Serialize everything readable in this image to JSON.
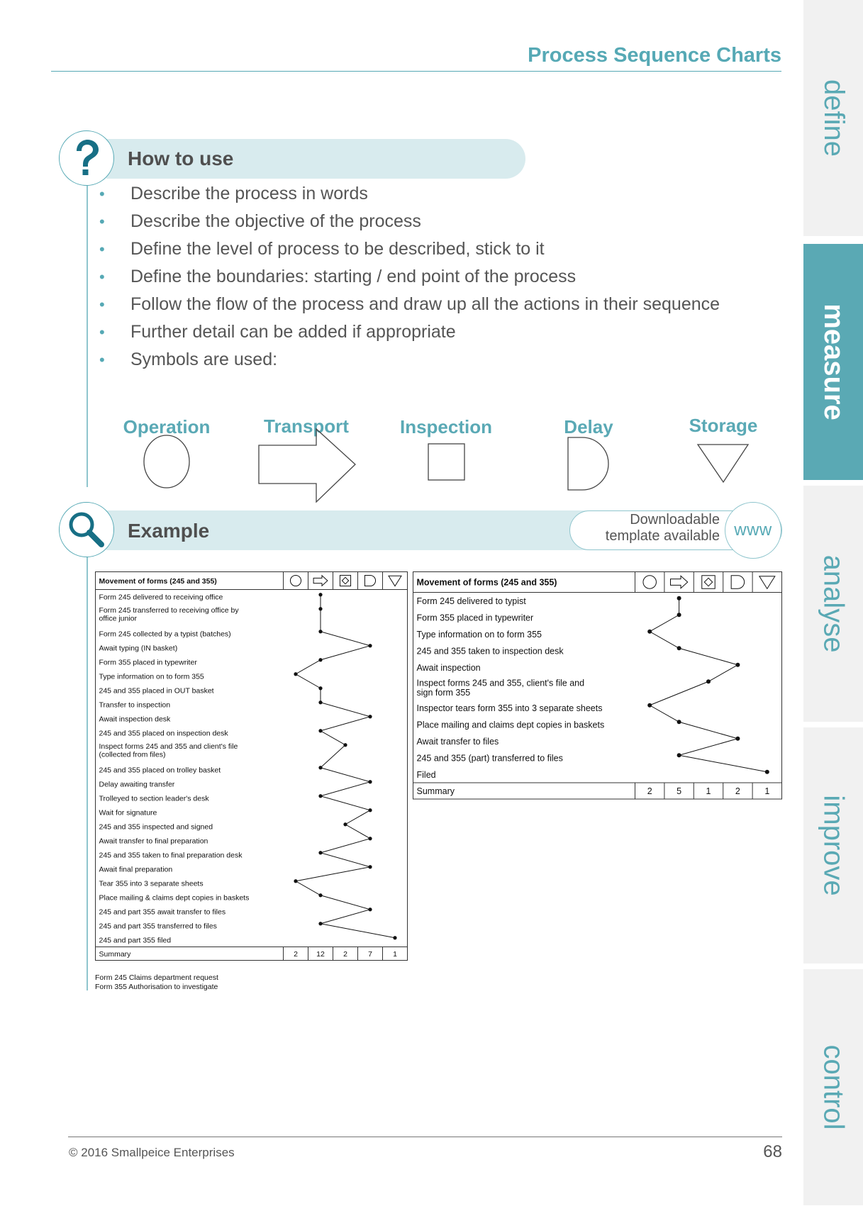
{
  "header": {
    "title": "Process Sequence Charts"
  },
  "tabs": [
    {
      "label": "define",
      "active": false
    },
    {
      "label": "measure",
      "active": true
    },
    {
      "label": "analyse",
      "active": false
    },
    {
      "label": "improve",
      "active": false
    },
    {
      "label": "control",
      "active": false
    }
  ],
  "how_to_use": {
    "title": "How to use",
    "icon": "question-mark-icon",
    "bullets": [
      "Describe the process in words",
      "Describe the objective of the process",
      "Define the level of process to be described, stick to it",
      "Define the boundaries:  starting / end point of the process",
      "Follow the flow of the process and draw up all the actions in their sequence",
      "Further detail can be added if appropriate",
      "Symbols are used:"
    ],
    "symbols": [
      "Operation",
      "Transport",
      "Inspection",
      "Delay",
      "Storage"
    ]
  },
  "example": {
    "title": "Example",
    "icon": "magnifier-icon",
    "download_line1": "Downloadable",
    "download_line2": "template available",
    "www": "www"
  },
  "chart_data": [
    {
      "type": "table",
      "title": "Movement of forms (245 and 355)",
      "columns": [
        "operation",
        "transport",
        "inspection",
        "delay",
        "storage"
      ],
      "rows": [
        {
          "label": "Form 245 delivered to receiving office",
          "symbol": "transport"
        },
        {
          "label": "Form 245 transferred to receiving office by office junior",
          "symbol": "transport"
        },
        {
          "label": "Form 245 collected by a typist (batches)",
          "symbol": "transport"
        },
        {
          "label": "Await typing (IN basket)",
          "symbol": "delay"
        },
        {
          "label": "Form 355 placed in typewriter",
          "symbol": "transport"
        },
        {
          "label": "Type information on to form 355",
          "symbol": "operation"
        },
        {
          "label": "245 and 355 placed in OUT basket",
          "symbol": "transport"
        },
        {
          "label": "Transfer to inspection",
          "symbol": "transport"
        },
        {
          "label": "Await inspection desk",
          "symbol": "delay"
        },
        {
          "label": "245 and 355 placed on inspection desk",
          "symbol": "transport"
        },
        {
          "label": "Inspect forms 245 and 355 and client's file (collected from files)",
          "symbol": "inspection"
        },
        {
          "label": "245 and 355 placed on trolley basket",
          "symbol": "transport"
        },
        {
          "label": "Delay awaiting transfer",
          "symbol": "delay"
        },
        {
          "label": "Trolleyed to section leader's desk",
          "symbol": "transport"
        },
        {
          "label": "Wait for signature",
          "symbol": "delay"
        },
        {
          "label": "245 and 355 inspected and signed",
          "symbol": "inspection"
        },
        {
          "label": "Await transfer to final preparation",
          "symbol": "delay"
        },
        {
          "label": "245 and 355 taken to final preparation desk",
          "symbol": "transport"
        },
        {
          "label": "Await final preparation",
          "symbol": "delay"
        },
        {
          "label": "Tear 355 into 3 separate sheets",
          "symbol": "operation"
        },
        {
          "label": "Place mailing & claims dept copies in baskets",
          "symbol": "transport"
        },
        {
          "label": "245 and part 355 await transfer to files",
          "symbol": "delay"
        },
        {
          "label": "245 and part 355 transferred to files",
          "symbol": "transport"
        },
        {
          "label": "245 and part 355 filed",
          "symbol": "storage"
        }
      ],
      "summary_label": "Summary",
      "summary": [
        "2",
        "12",
        "2",
        "7",
        "1"
      ]
    },
    {
      "type": "table",
      "title": "Movement of forms (245 and 355)",
      "columns": [
        "operation",
        "transport",
        "inspection",
        "delay",
        "storage"
      ],
      "rows": [
        {
          "label": "Form 245 delivered to typist",
          "symbol": "transport"
        },
        {
          "label": "Form 355 placed in typewriter",
          "symbol": "transport"
        },
        {
          "label": "Type information on to form 355",
          "symbol": "operation"
        },
        {
          "label": "245 and 355 taken to inspection desk",
          "symbol": "transport"
        },
        {
          "label": "Await inspection",
          "symbol": "delay"
        },
        {
          "label": "Inspect forms 245 and 355, client's file and sign form 355",
          "symbol": "inspection"
        },
        {
          "label": "Inspector tears form 355 into 3 separate sheets",
          "symbol": "operation"
        },
        {
          "label": "Place mailing and claims dept copies in baskets",
          "symbol": "transport"
        },
        {
          "label": "Await transfer to files",
          "symbol": "delay"
        },
        {
          "label": "245 and 355 (part) transferred to files",
          "symbol": "transport"
        },
        {
          "label": "Filed",
          "symbol": "storage"
        }
      ],
      "summary_label": "Summary",
      "summary": [
        "2",
        "5",
        "1",
        "2",
        "1"
      ]
    }
  ],
  "notes": [
    "Form 245 Claims department request",
    "Form 355 Authorisation to investigate"
  ],
  "footer": {
    "copyright": "© 2016 Smallpeice Enterprises",
    "page": "68"
  }
}
